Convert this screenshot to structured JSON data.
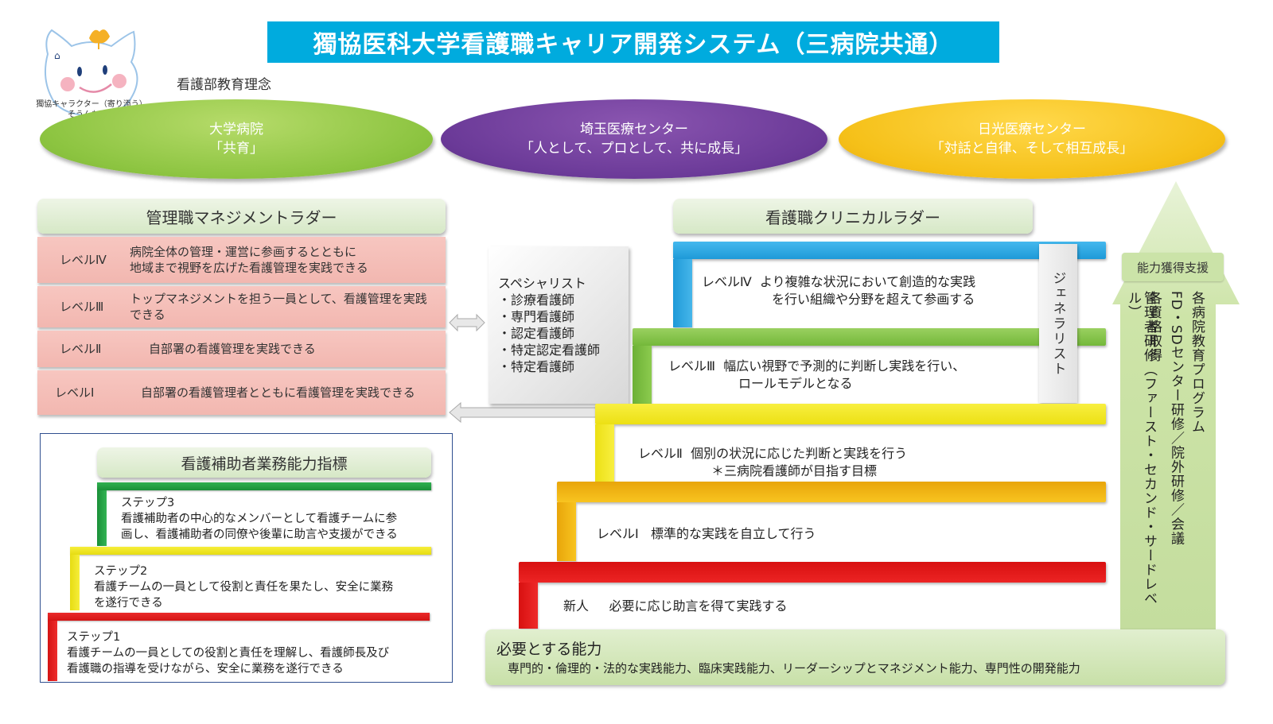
{
  "title": "獨協医科大学看護職キャリア開発システム（三病院共通）",
  "mascot": {
    "icon": "mascot-character-icon",
    "caption_line1": "獨協キャラクター（寄り添う）",
    "caption_line2": "そうんちゃん"
  },
  "philosophy_label": "看護部教育理念",
  "hospitals": [
    {
      "name": "大学病院",
      "motto": "「共育」",
      "color": "#8cc440"
    },
    {
      "name": "埼玉医療センター",
      "motto": "「人として、プロとして、共に成長」",
      "color": "#6b3a98"
    },
    {
      "name": "日光医療センター",
      "motto": "「対話と自律、そして相互成長」",
      "color": "#f5c018"
    }
  ],
  "management_ladder": {
    "header": "管理職マネジメントラダー",
    "levels": [
      {
        "level": "レベルⅣ",
        "desc_line1": "病院全体の管理・運営に参画するとともに",
        "desc_line2": "地域まで視野を広げた看護管理を実践できる"
      },
      {
        "level": "レベルⅢ",
        "desc_line1": "トップマネジメントを担う一員として、看護管理を実践",
        "desc_line2": "できる"
      },
      {
        "level": "レベルⅡ",
        "desc_line1": "自部署の看護管理を実践できる",
        "desc_line2": ""
      },
      {
        "level": "レベルⅠ",
        "desc_line1": "自部署の看護管理者とともに看護管理を実践できる",
        "desc_line2": ""
      }
    ]
  },
  "specialist": {
    "title": "スペシャリスト",
    "items": [
      "・診療看護師",
      "・専門看護師",
      "・認定看護師",
      "・特定認定看護師",
      "・特定看護師"
    ]
  },
  "clinical_ladder": {
    "header": "看護職クリニカルラダー",
    "generalist": "ジェネラリスト",
    "levels": [
      {
        "level": "レベルⅣ",
        "desc_line1": "より複雑な状況において創造的な実践",
        "desc_line2": "を行い組織や分野を超えて参画する",
        "color": "#1ea0e0"
      },
      {
        "level": "レベルⅢ",
        "desc_line1": "幅広い視野で予測的に判断し実践を行い、",
        "desc_line2": "ロールモデルとなる",
        "color": "#7dc242"
      },
      {
        "level": "レベルⅡ",
        "desc_line1": "個別の状況に応じた判断と実践を行う",
        "desc_line2": "＊三病院看護師が目指す目標",
        "color": "#f2e81a"
      },
      {
        "level": "レベルⅠ",
        "desc_line1": "標準的な実践を自立して行う",
        "desc_line2": "",
        "color": "#f5b50a"
      },
      {
        "level": "新人",
        "desc_line1": "必要に応じ助言を得て実践する",
        "desc_line2": "",
        "color": "#e01a1a"
      }
    ]
  },
  "support": {
    "label": "能力獲得支援",
    "columns": [
      "各病院教育プログラム",
      "FD・SDセンター研修／院外研修／会議",
      "各資格取得",
      "管理者研修（ファースト・セカンド・サードレベル）"
    ]
  },
  "required_abilities": {
    "title": "必要とする能力",
    "desc": "専門的・倫理的・法的な実践能力、臨床実践能力、リーダーシップとマネジメント能力、専門性の開発能力"
  },
  "aide_index": {
    "header": "看護補助者業務能力指標",
    "steps": [
      {
        "label": "ステップ3",
        "line1": "看護補助者の中心的なメンバーとして看護チームに参",
        "line2": "画し、看護補助者の同僚や後輩に助言や支援ができる",
        "color": "#1e9e3e"
      },
      {
        "label": "ステップ2",
        "line1": "看護チームの一員として役割と責任を果たし、安全に業務",
        "line2": "を遂行できる",
        "color": "#f0e81e"
      },
      {
        "label": "ステップ1",
        "line1": "看護チームの一員としての役割と責任を理解し、看護師長及び",
        "line2": "看護職の指導を受けながら、安全に業務を遂行できる",
        "color": "#e21e1e"
      }
    ]
  }
}
